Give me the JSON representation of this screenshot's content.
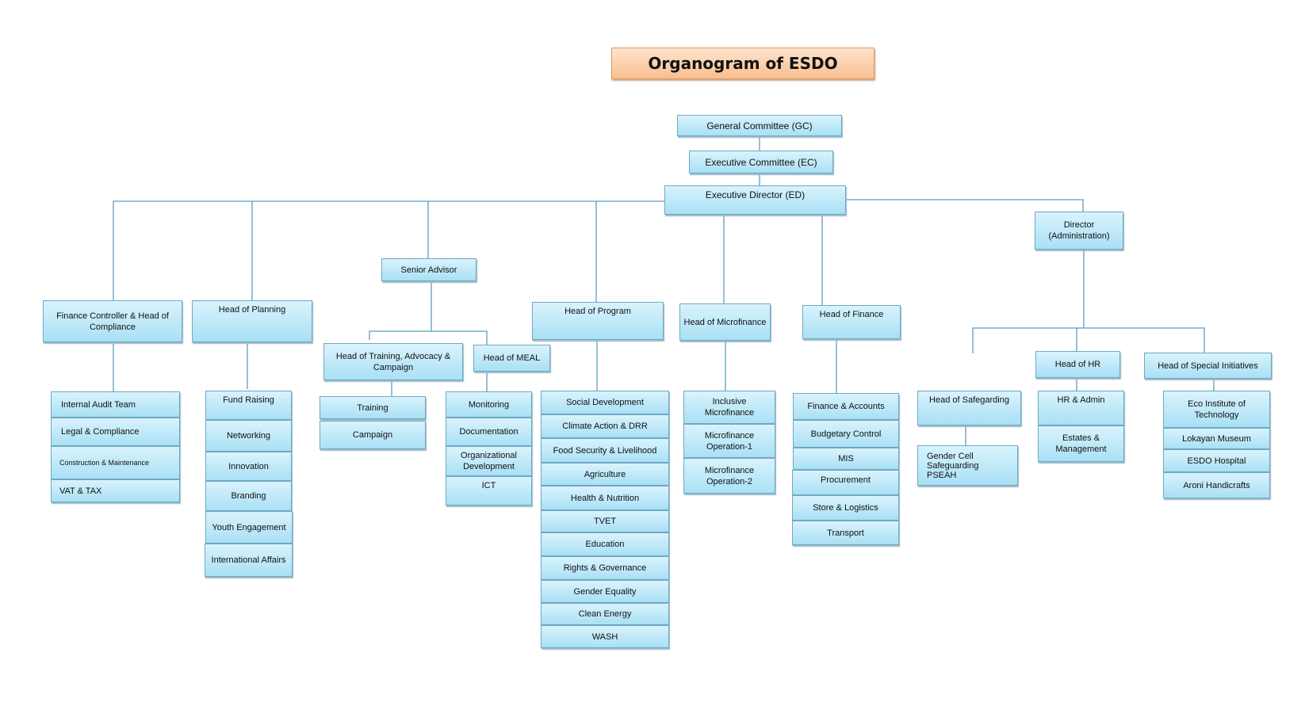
{
  "title": "Organogram of ESDO",
  "governance": {
    "gc": "General Committee (GC)",
    "ec": "Executive Committee (EC)",
    "ed": "Executive Director (ED)"
  },
  "director_admin": "Director (Administration)",
  "senior_advisor": "Senior Advisor",
  "heads": {
    "finance_controller": "Finance Controller &      Head of Compliance",
    "planning": "Head of Planning",
    "training": "Head of Training, Advocacy & Campaign",
    "meal": "Head of MEAL",
    "program": "Head of Program",
    "microfinance": "Head of Microfinance",
    "finance": "Head of Finance",
    "safegarding": "Head of Safegarding",
    "hr": "Head of HR",
    "special": "Head of Special Initiatives"
  },
  "units": {
    "compliance": [
      "Internal Audit Team",
      "Legal & Compliance",
      "Construction & Maintenance",
      "VAT & TAX"
    ],
    "planning": [
      "Fund Raising",
      "Networking",
      "Innovation",
      "Branding",
      "Youth Engagement",
      "International Affairs"
    ],
    "training": [
      "Training",
      "Campaign"
    ],
    "meal": [
      "Monitoring",
      "Documentation",
      "Organizational Development",
      "ICT"
    ],
    "program": [
      "Social Development",
      "Climate Action & DRR",
      "Food Security & Livelihood",
      "Agriculture",
      "Health & Nutrition",
      "TVET",
      "Education",
      "Rights & Governance",
      "Gender Equality",
      "Clean Energy",
      "WASH"
    ],
    "microfinance": [
      "Inclusive Microfinance",
      "Microfinance Operation-1",
      "Microfinance Operation-2"
    ],
    "finance": [
      "Finance & Accounts",
      "Budgetary Control",
      "MIS",
      "Procurement",
      "Store & Logistics",
      "Transport"
    ],
    "safegarding": [
      "Gender Cell\nSafeguarding\nPSEAH"
    ],
    "hr": [
      "HR & Admin",
      "Estates & Management"
    ],
    "special": [
      "Eco Institute of Technology",
      "Lokayan Museum",
      "ESDO Hospital",
      "Aroni Handicrafts"
    ]
  }
}
